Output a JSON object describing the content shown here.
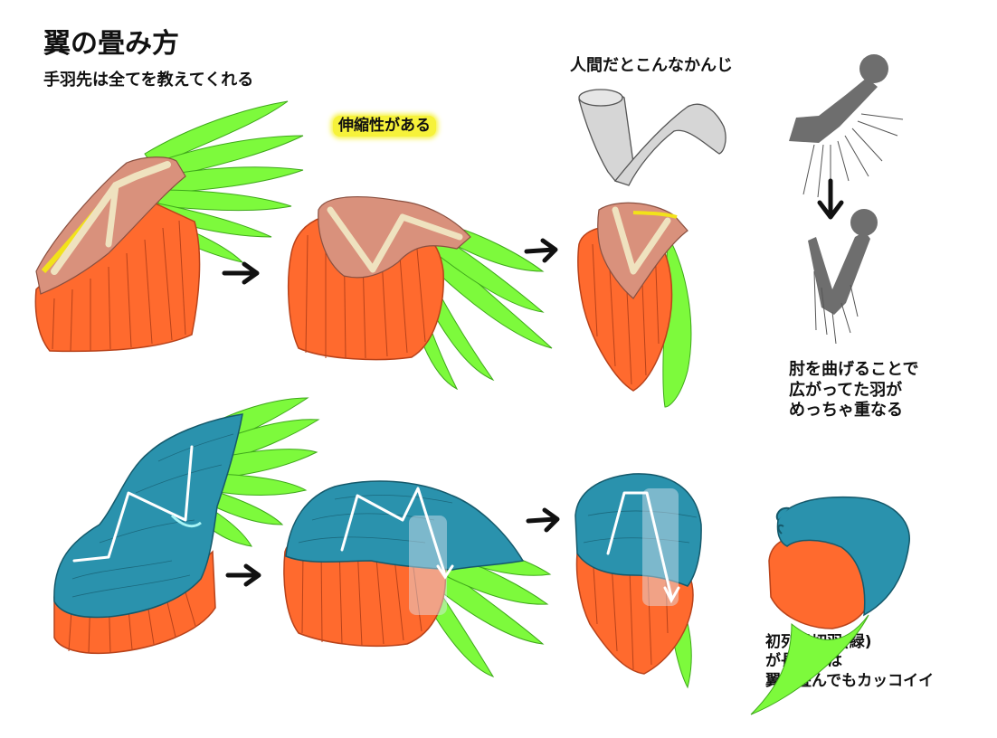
{
  "title": "翼の畳み方",
  "subtitle": "手羽先は全てを教えてくれる",
  "highlight_label": "伸縮性がある",
  "human_label": "人間だとこんなかんじ",
  "elbow_note": [
    "肘を曲げることで",
    "広がってた羽が",
    "めっちゃ重なる"
  ],
  "primary_note": [
    "初列風切羽(緑)",
    "が長い子は",
    "翼を畳んでもカッコイイ"
  ],
  "colors": {
    "primary_feathers": "#7dfa3c",
    "secondary_feathers": "#ff6a2e",
    "coverts": "#2a92ad",
    "skin": "#d9917c",
    "bone": "#efe2bf",
    "tendon_highlight": "#f2e21a",
    "arm_gray": "#6e6e6e",
    "arm_light": "#d6d6d6",
    "highlight_marker": "#f6f23a"
  },
  "icons": [
    "arrow-right-icon",
    "arrow-down-icon"
  ]
}
